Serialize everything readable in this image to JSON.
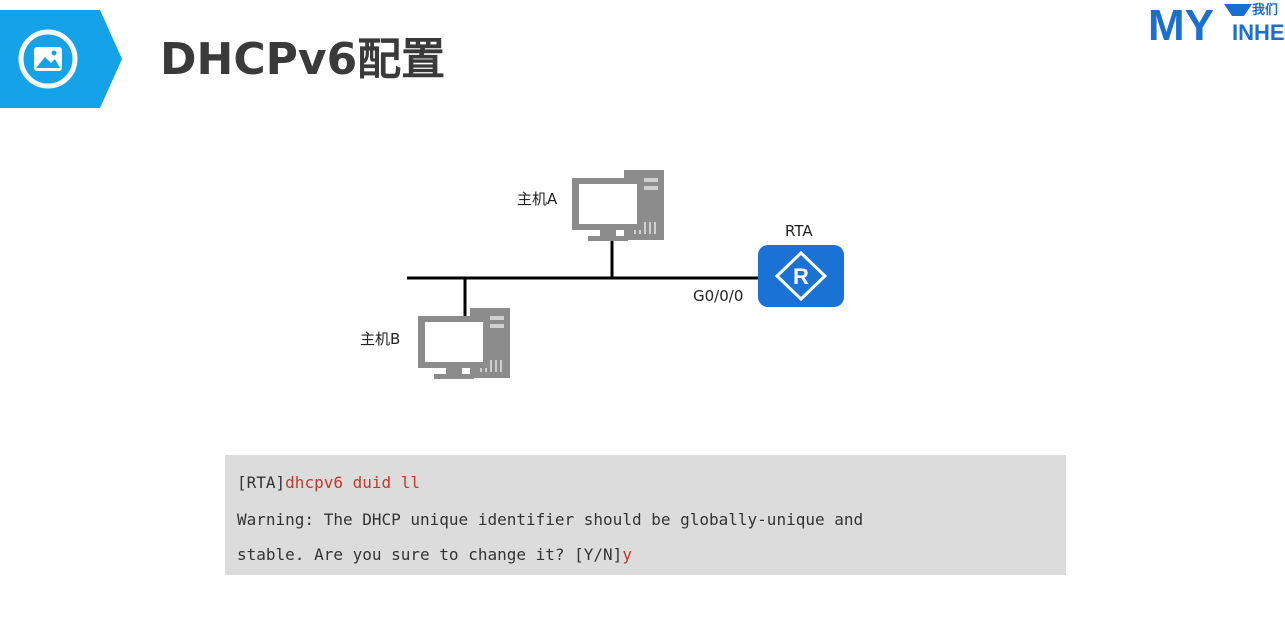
{
  "page": {
    "title": "DHCPv6配置"
  },
  "logo": {
    "text_main": "MY",
    "text_sub": "INHE",
    "text_cn": "我们"
  },
  "diagram": {
    "host_a_label": "主机A",
    "host_b_label": "主机B",
    "router_label": "RTA",
    "router_symbol": "R",
    "interface_label": "G0/0/0",
    "colors": {
      "router": "#1a72d4",
      "computer": "#8c8c8c",
      "line": "#000000"
    }
  },
  "cli": {
    "line1_prompt": "[RTA]",
    "line1_command": "dhcpv6 duid ll",
    "line2": "Warning: The DHCP unique identifier should be globally-unique and",
    "line3_text": "stable. Are you sure to change it? [Y/N]",
    "line3_answer": "y"
  },
  "icons": {
    "header": "image-icon",
    "router": "router-icon",
    "computer": "computer-icon"
  }
}
